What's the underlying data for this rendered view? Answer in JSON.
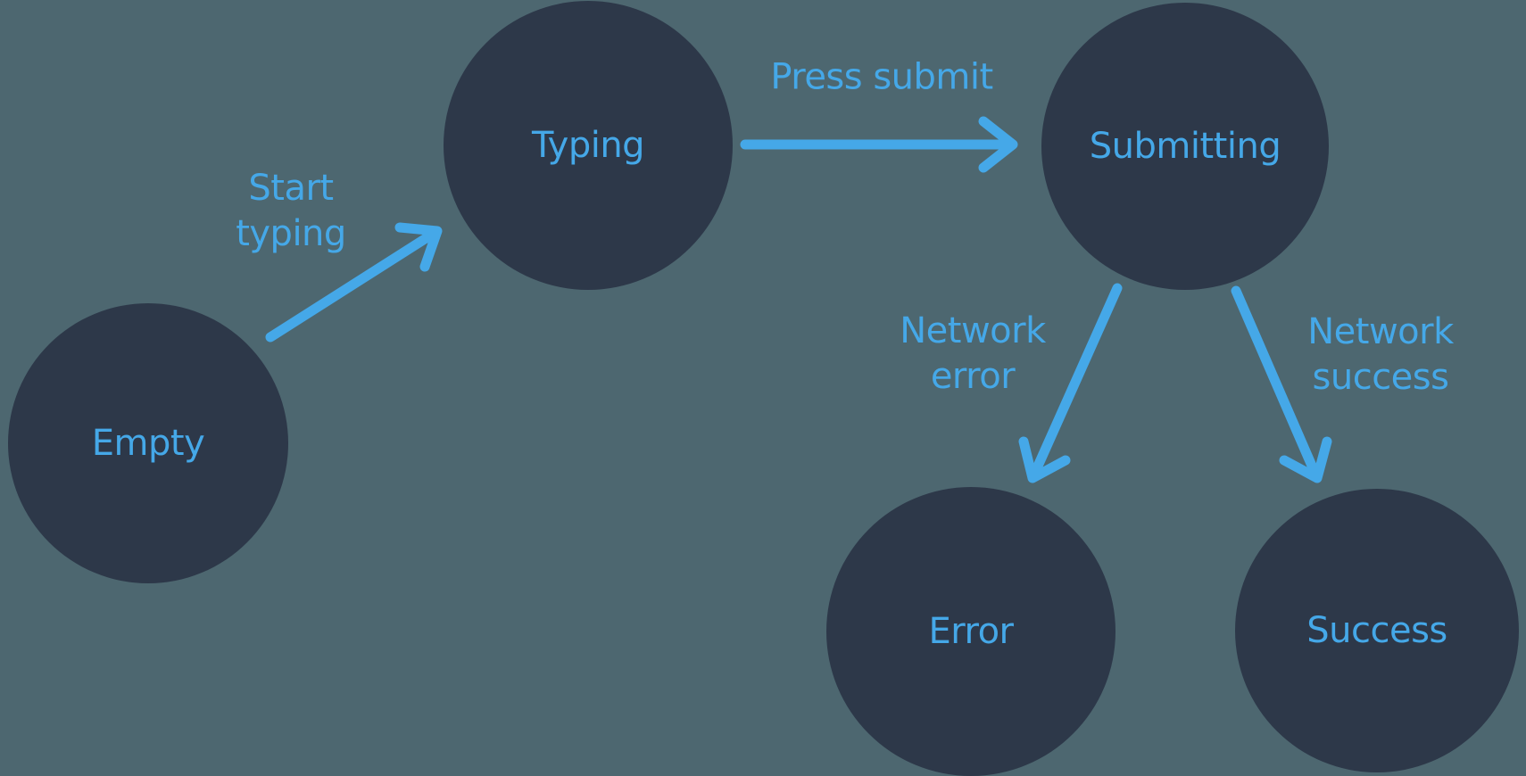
{
  "diagram": {
    "type": "state-machine",
    "states": [
      {
        "id": "empty",
        "label": "Empty"
      },
      {
        "id": "typing",
        "label": "Typing"
      },
      {
        "id": "submitting",
        "label": "Submitting"
      },
      {
        "id": "error",
        "label": "Error"
      },
      {
        "id": "success",
        "label": "Success"
      }
    ],
    "transitions": [
      {
        "id": "start-typing",
        "from": "empty",
        "to": "typing",
        "label": "Start typing",
        "label_lines": [
          "Start",
          "typing"
        ]
      },
      {
        "id": "press-submit",
        "from": "typing",
        "to": "submitting",
        "label": "Press submit",
        "label_lines": [
          "Press submit"
        ]
      },
      {
        "id": "network-error",
        "from": "submitting",
        "to": "error",
        "label": "Network error",
        "label_lines": [
          "Network",
          "error"
        ]
      },
      {
        "id": "network-success",
        "from": "submitting",
        "to": "success",
        "label": "Network success",
        "label_lines": [
          "Network",
          "success"
        ]
      }
    ],
    "colors": {
      "background": "#4d6770",
      "node_fill": "#2d3849",
      "accent_blue": "#45a8e8"
    }
  }
}
